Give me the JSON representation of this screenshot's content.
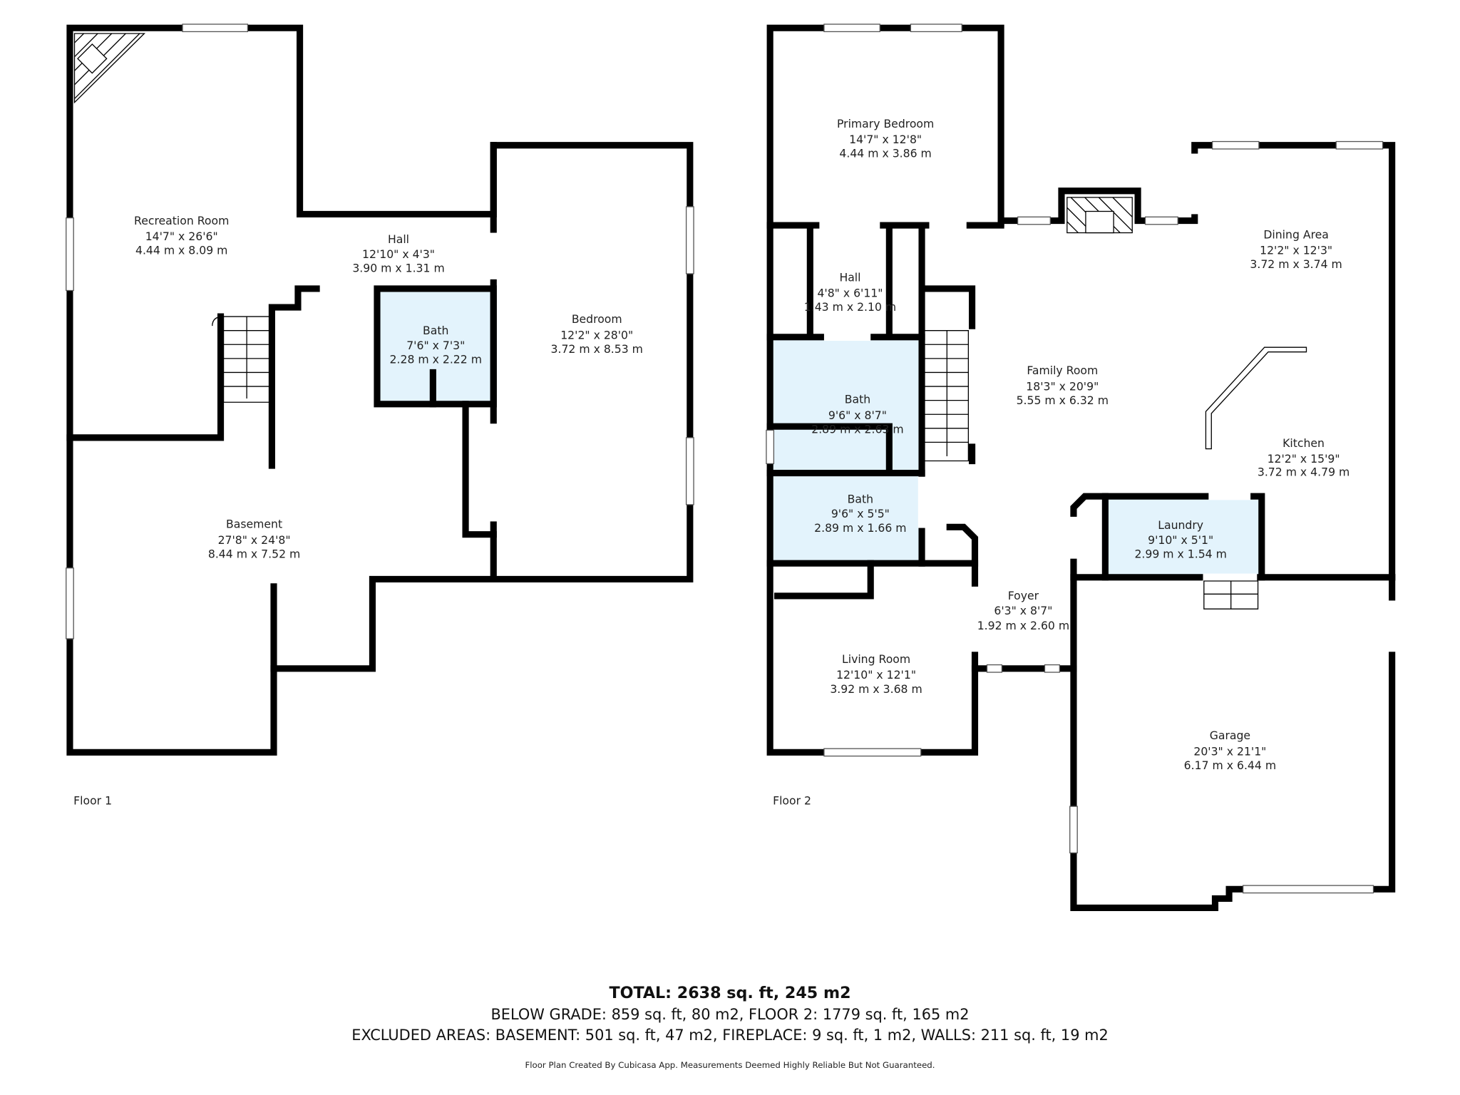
{
  "floors": [
    {
      "label": "Floor 1",
      "rooms": [
        {
          "name": "Recreation Room",
          "imperial": "14'7\" x 26'6\"",
          "metric": "4.44 m x 8.09 m"
        },
        {
          "name": "Hall",
          "imperial": "12'10\" x 4'3\"",
          "metric": "3.90 m x 1.31 m"
        },
        {
          "name": "Bath",
          "imperial": "7'6\" x 7'3\"",
          "metric": "2.28 m x 2.22 m"
        },
        {
          "name": "Bedroom",
          "imperial": "12'2\" x 28'0\"",
          "metric": "3.72 m x 8.53 m"
        },
        {
          "name": "Basement",
          "imperial": "27'8\" x 24'8\"",
          "metric": "8.44 m x 7.52 m"
        }
      ]
    },
    {
      "label": "Floor 2",
      "rooms": [
        {
          "name": "Primary Bedroom",
          "imperial": "14'7\" x 12'8\"",
          "metric": "4.44 m x 3.86 m"
        },
        {
          "name": "Hall",
          "imperial": "4'8\" x 6'11\"",
          "metric": "1.43 m x 2.10 m"
        },
        {
          "name": "Bath",
          "imperial": "9'6\" x 8'7\"",
          "metric": "2.89 m x 2.63 m"
        },
        {
          "name": "Bath",
          "imperial": "9'6\" x 5'5\"",
          "metric": "2.89 m x 1.66 m"
        },
        {
          "name": "Living Room",
          "imperial": "12'10\" x 12'1\"",
          "metric": "3.92 m x 3.68 m"
        },
        {
          "name": "Family Room",
          "imperial": "18'3\" x 20'9\"",
          "metric": "5.55 m x 6.32 m"
        },
        {
          "name": "Dining Area",
          "imperial": "12'2\" x 12'3\"",
          "metric": "3.72 m x 3.74 m"
        },
        {
          "name": "Kitchen",
          "imperial": "12'2\" x 15'9\"",
          "metric": "3.72 m x 4.79 m"
        },
        {
          "name": "Laundry",
          "imperial": "9'10\" x 5'1\"",
          "metric": "2.99 m x 1.54 m"
        },
        {
          "name": "Foyer",
          "imperial": "6'3\" x 8'7\"",
          "metric": "1.92 m x 2.60 m"
        },
        {
          "name": "Garage",
          "imperial": "20'3\" x 21'1\"",
          "metric": "6.17 m x 6.44 m"
        }
      ]
    }
  ],
  "summary": {
    "total": "TOTAL: 2638 sq. ft, 245 m2",
    "line2": "BELOW GRADE: 859 sq. ft, 80 m2, FLOOR 2: 1779 sq. ft, 165 m2",
    "line3": "EXCLUDED AREAS: BASEMENT: 501 sq. ft, 47 m2, FIREPLACE: 9 sq. ft, 1 m2, WALLS: 211 sq. ft, 19 m2",
    "disclaimer": "Floor Plan Created By Cubicasa App. Measurements Deemed Highly Reliable But Not Guaranteed."
  },
  "colors": {
    "wet_room_fill": "#e3f3fc",
    "wall": "#000000"
  }
}
